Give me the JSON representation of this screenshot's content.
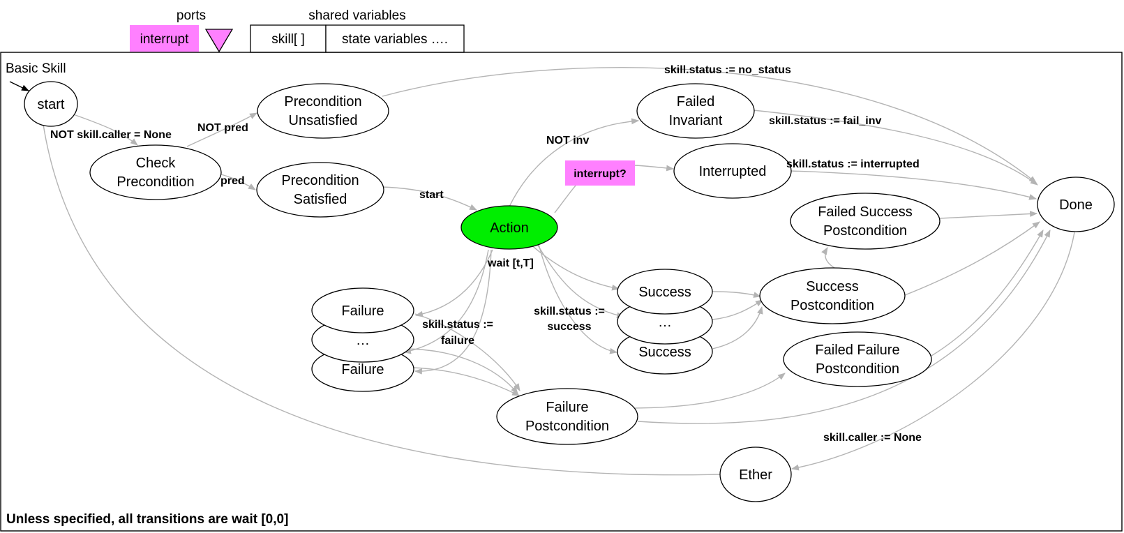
{
  "header": {
    "ports_label": "ports",
    "shared_label": "shared variables",
    "interrupt_port": "interrupt",
    "shared_vars": [
      "skill[ ]",
      "state variables …."
    ]
  },
  "diagram": {
    "title": "Basic Skill",
    "footer": "Unless specified, all transitions are wait [0,0]",
    "nodes": {
      "start": [
        "start"
      ],
      "check": [
        "Check",
        "Precondition"
      ],
      "unsat": [
        "Precondition",
        "Unsatisfied"
      ],
      "sat": [
        "Precondition",
        "Satisfied"
      ],
      "action": [
        "Action"
      ],
      "failedinv": [
        "Failed",
        "Invariant"
      ],
      "interrupted": [
        "Interrupted"
      ],
      "fsp": [
        "Failed Success",
        "Postcondition"
      ],
      "done": [
        "Done"
      ],
      "success1": [
        "Success"
      ],
      "success_dots": [
        "…"
      ],
      "success2": [
        "Success"
      ],
      "sp": [
        "Success",
        "Postcondition"
      ],
      "failure1": [
        "Failure"
      ],
      "failure_dots": [
        "…"
      ],
      "failure2": [
        "Failure"
      ],
      "ffp": [
        "Failed Failure",
        "Postcondition"
      ],
      "fp": [
        "Failure",
        "Postcondition"
      ],
      "ether": [
        "Ether"
      ]
    },
    "edge_labels": {
      "not_caller_none": "NOT skill.caller = None",
      "not_pred": "NOT pred",
      "pred": "pred",
      "start": "start",
      "not_inv": "NOT inv",
      "interrupt_q": "interrupt?",
      "status_no_status": "skill.status := no_status",
      "status_fail_inv": "skill.status := fail_inv",
      "status_interrupted": "skill.status := interrupted",
      "wait_tT": "wait [t,T]",
      "status_success": [
        "skill.status :=",
        "success"
      ],
      "status_failure": [
        "skill.status :=",
        "failure"
      ],
      "caller_none": "skill.caller := None"
    },
    "colors": {
      "action_fill": "#00ee00",
      "interrupt_fill": "#ff80ff",
      "edge_stroke": "#b4b4b4"
    }
  }
}
